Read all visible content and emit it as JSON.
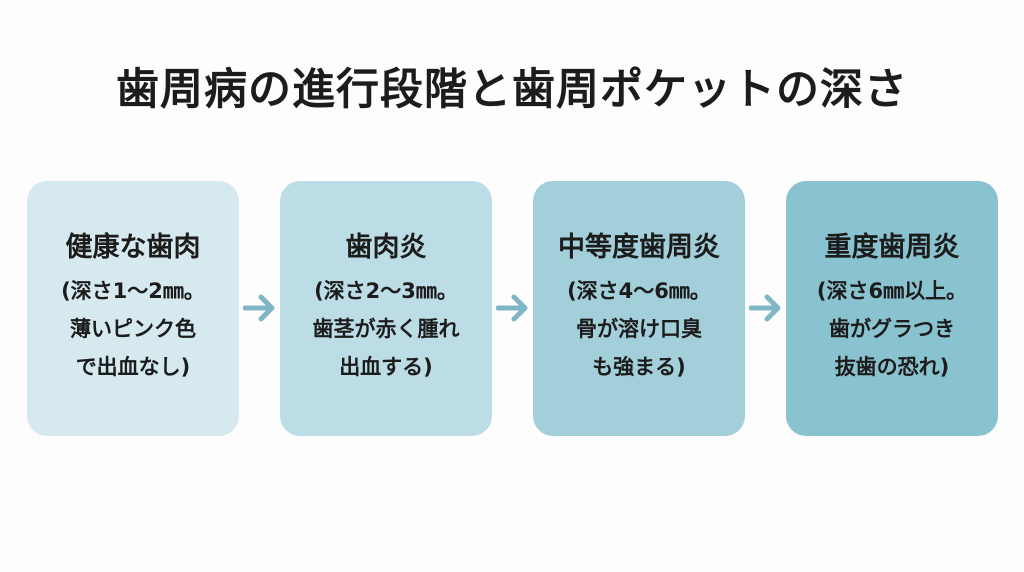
{
  "title": "歯周病の進行段階と歯周ポケットの深さ",
  "stages": [
    {
      "heading": "健康な歯肉",
      "lines": [
        "(深さ1〜2㎜。",
        "薄いピンク色",
        "で出血なし)"
      ]
    },
    {
      "heading": "歯肉炎",
      "lines": [
        "(深さ2〜3㎜。",
        "歯茎が赤く腫れ",
        "出血する)"
      ]
    },
    {
      "heading": "中等度歯周炎",
      "lines": [
        "(深さ4〜6㎜。",
        "骨が溶け口臭",
        "も強まる)"
      ]
    },
    {
      "heading": "重度歯周炎",
      "lines": [
        "(深さ6㎜以上。",
        "歯がグラつき",
        "抜歯の恐れ)"
      ]
    }
  ],
  "colors": {
    "stage1": "#d5e9ef",
    "stage2": "#bcdde6",
    "stage3": "#a2cfda",
    "stage4": "#8ac3d0",
    "arrow": "#7fb6c6"
  },
  "icons": {
    "connector": "right-arrow-icon"
  }
}
